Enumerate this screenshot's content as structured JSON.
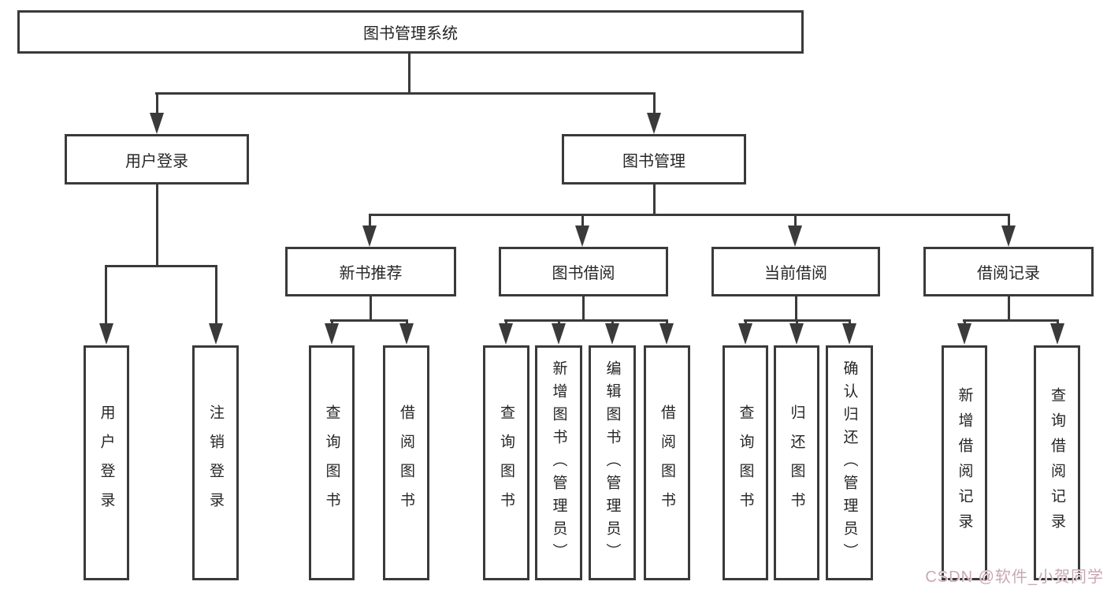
{
  "tree": {
    "root": {
      "label": "图书管理系统"
    },
    "branches": [
      {
        "label": "用户登录",
        "children": [
          {
            "label": "用户登录"
          },
          {
            "label": "注销登录"
          }
        ]
      },
      {
        "label": "图书管理",
        "children": [
          {
            "label": "新书推荐",
            "children": [
              {
                "label": "查询图书"
              },
              {
                "label": "借阅图书"
              }
            ]
          },
          {
            "label": "图书借阅",
            "children": [
              {
                "label": "查询图书"
              },
              {
                "label": "新增图书（管理员）"
              },
              {
                "label": "编辑图书（管理员）"
              },
              {
                "label": "借阅图书"
              }
            ]
          },
          {
            "label": "当前借阅",
            "children": [
              {
                "label": "查询图书"
              },
              {
                "label": "归还图书"
              },
              {
                "label": "确认归还（管理员）"
              }
            ]
          },
          {
            "label": "借阅记录",
            "children": [
              {
                "label": "新增借阅记录"
              },
              {
                "label": "查询借阅记录"
              }
            ]
          }
        ]
      }
    ]
  },
  "watermark": {
    "text": "CSDN @软件_小贺同学"
  },
  "colors": {
    "line": "#3a3a3a",
    "box_border": "#3a3a3a",
    "text": "#262626",
    "watermark": "#c9a8b1",
    "background": "#ffffff"
  }
}
